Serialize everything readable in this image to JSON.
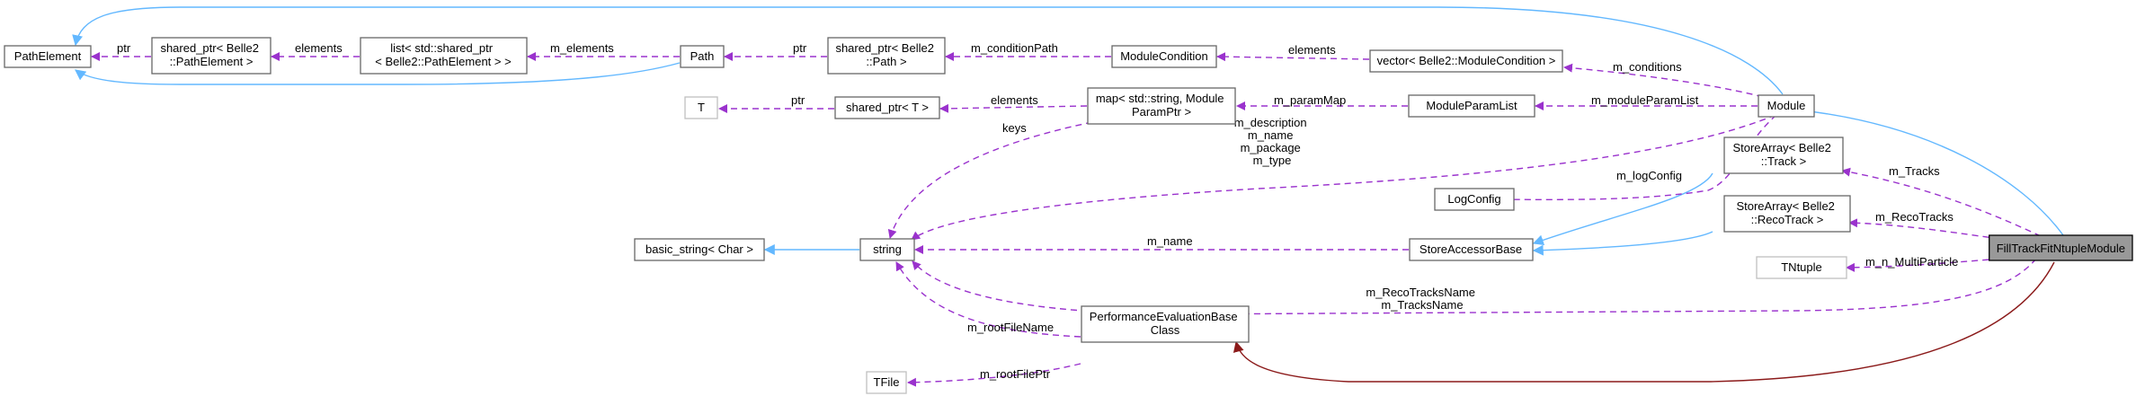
{
  "nodes": {
    "path_element": [
      "PathElement"
    ],
    "sp_path_element": [
      "shared_ptr< Belle2",
      "::PathElement >"
    ],
    "list_sp": [
      "list< std::shared_ptr",
      "< Belle2::PathElement > >"
    ],
    "path": [
      "Path"
    ],
    "sp_path": [
      "shared_ptr< Belle2",
      "::Path >"
    ],
    "module_condition": [
      "ModuleCondition"
    ],
    "vector_mc": [
      "vector< Belle2::ModuleCondition >"
    ],
    "module": [
      "Module"
    ],
    "t": [
      "T"
    ],
    "sp_t": [
      "shared_ptr< T >"
    ],
    "map": [
      "map< std::string, Module",
      "ParamPtr >"
    ],
    "module_param_list": [
      "ModuleParamList"
    ],
    "log_config": [
      "LogConfig"
    ],
    "store_array_track": [
      "StoreArray< Belle2",
      "::Track >"
    ],
    "store_array_recotrack": [
      "StoreArray< Belle2",
      "::RecoTrack >"
    ],
    "basic_string": [
      "basic_string< Char >"
    ],
    "string": [
      "string"
    ],
    "store_accessor_base": [
      "StoreAccessorBase"
    ],
    "tntuple": [
      "TNtuple"
    ],
    "focus": [
      "FillTrackFitNtupleModule"
    ],
    "perf_eval": [
      "PerformanceEvaluationBase",
      "Class"
    ],
    "tfile": [
      "TFile"
    ]
  },
  "edge_labels": {
    "ptr_sp_path_element": [
      "ptr"
    ],
    "elements_list": [
      "elements"
    ],
    "m_elements": [
      "m_elements"
    ],
    "ptr_sp_path": [
      "ptr"
    ],
    "m_condition_path": [
      "m_conditionPath"
    ],
    "elements_vector": [
      "elements"
    ],
    "m_conditions": [
      "m_conditions"
    ],
    "ptr_sp_t": [
      "ptr"
    ],
    "elements_map": [
      "elements"
    ],
    "m_param_map": [
      "m_paramMap"
    ],
    "m_module_param_list": [
      "m_moduleParamList"
    ],
    "keys": [
      "keys"
    ],
    "module_strings": [
      "m_description",
      "m_name",
      "m_package",
      "m_type"
    ],
    "m_log_config": [
      "m_logConfig"
    ],
    "m_tracks": [
      "m_Tracks"
    ],
    "m_reco_tracks": [
      "m_RecoTracks"
    ],
    "m_name_sab": [
      "m_name"
    ],
    "m_n_multi_particle": [
      "m_n_MultiParticle"
    ],
    "focus_strings": [
      "m_RecoTracksName",
      "m_TracksName"
    ],
    "m_root_file_name": [
      "m_rootFileName"
    ],
    "m_root_file_ptr": [
      "m_rootFilePtr"
    ]
  },
  "colors": {
    "usage_edge": "#9a32cd",
    "inheritance_edge": "#63b8ff",
    "protected_inheritance_edge": "#8b1a1a",
    "focus_fill": "#999999"
  }
}
